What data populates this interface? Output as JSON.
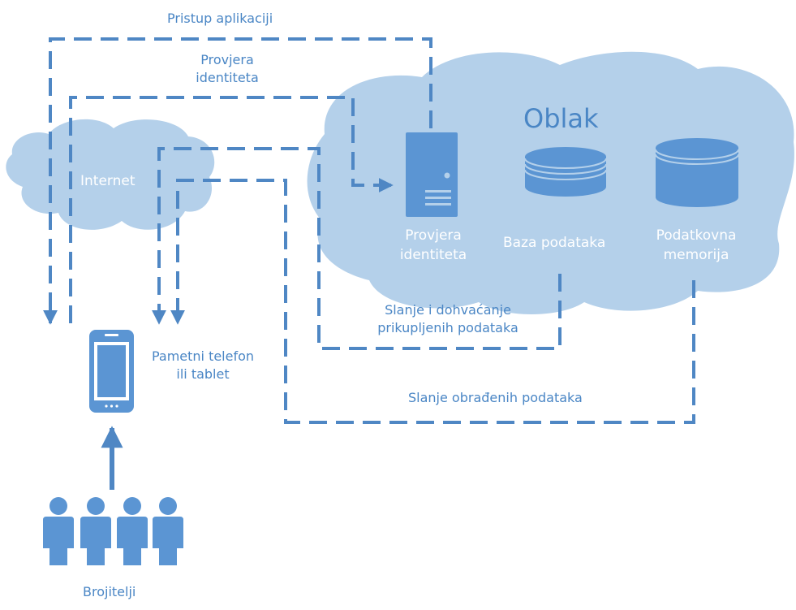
{
  "labels": {
    "pristup": "Pristup aplikaciji",
    "provjera_top_1": "Provjera",
    "provjera_top_2": "identiteta",
    "internet": "Internet",
    "oblak": "Oblak",
    "provjera_server_1": "Provjera",
    "provjera_server_2": "identiteta",
    "baza": "Baza podataka",
    "memorija_1": "Podatkovna",
    "memorija_2": "memorija",
    "slanje_1": "Slanje i dohvaćanje",
    "slanje_2": "prikupljenih podataka",
    "telefon_1": "Pametni telefon",
    "telefon_2": "ili tablet",
    "obradenih": "Slanje obrađenih podataka",
    "brojitelji": "Brojitelji"
  },
  "icons": {
    "server": "server-icon",
    "database": "database-icon",
    "storage": "storage-icon",
    "phone": "smartphone-icon",
    "users": "users-icon"
  },
  "colors": {
    "cloud": "#b4d0ea",
    "accent": "#4f87c4",
    "icon": "#5b95d3",
    "text": "#4a86c5"
  }
}
